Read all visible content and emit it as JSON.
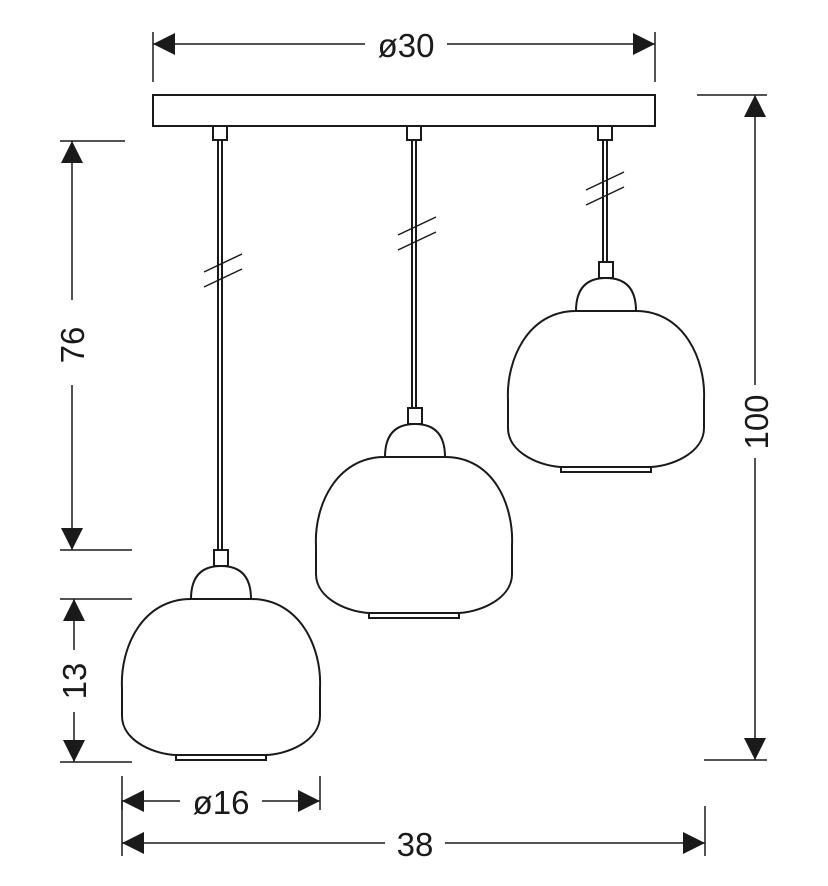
{
  "dimensions": {
    "canopy_diameter": "ø30",
    "total_width": "38",
    "shade_diameter": "ø16",
    "max_height": "100",
    "cable_length": "76",
    "shade_height": "13"
  },
  "colors": {
    "line": "#1a1a1a",
    "background": "#ffffff"
  }
}
